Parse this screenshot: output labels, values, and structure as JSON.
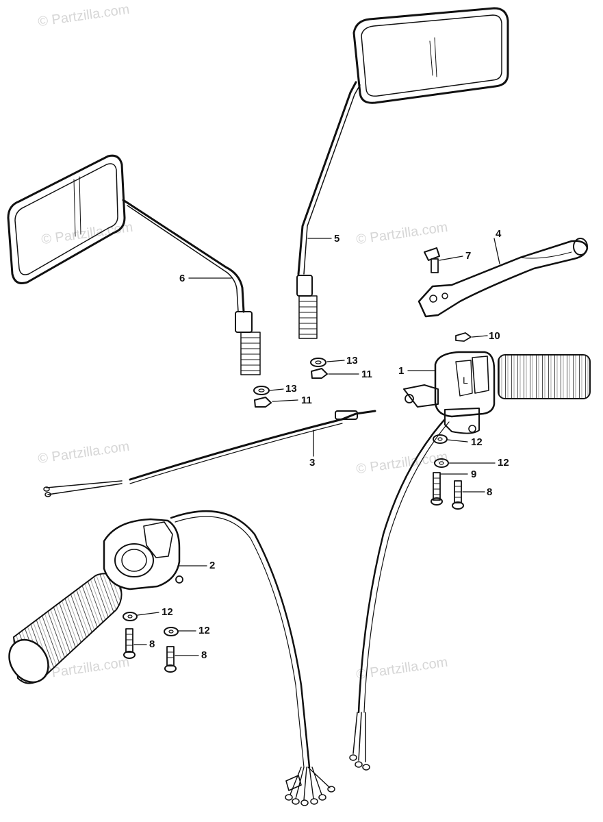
{
  "watermark": "© Partzilla.com",
  "parts": [
    {
      "id": "p1",
      "label": "1"
    },
    {
      "id": "p2",
      "label": "2"
    },
    {
      "id": "p3",
      "label": "3"
    },
    {
      "id": "p4",
      "label": "4"
    },
    {
      "id": "p5",
      "label": "5"
    },
    {
      "id": "p6",
      "label": "6"
    },
    {
      "id": "p7",
      "label": "7"
    },
    {
      "id": "p8a",
      "label": "8"
    },
    {
      "id": "p8b",
      "label": "8"
    },
    {
      "id": "p8c",
      "label": "8"
    },
    {
      "id": "p9",
      "label": "9"
    },
    {
      "id": "p10",
      "label": "10"
    },
    {
      "id": "p11a",
      "label": "11"
    },
    {
      "id": "p11b",
      "label": "11"
    },
    {
      "id": "p12a",
      "label": "12"
    },
    {
      "id": "p12b",
      "label": "12"
    },
    {
      "id": "p12c",
      "label": "12"
    },
    {
      "id": "p12d",
      "label": "12"
    },
    {
      "id": "p13a",
      "label": "13"
    },
    {
      "id": "p13b",
      "label": "13"
    }
  ]
}
